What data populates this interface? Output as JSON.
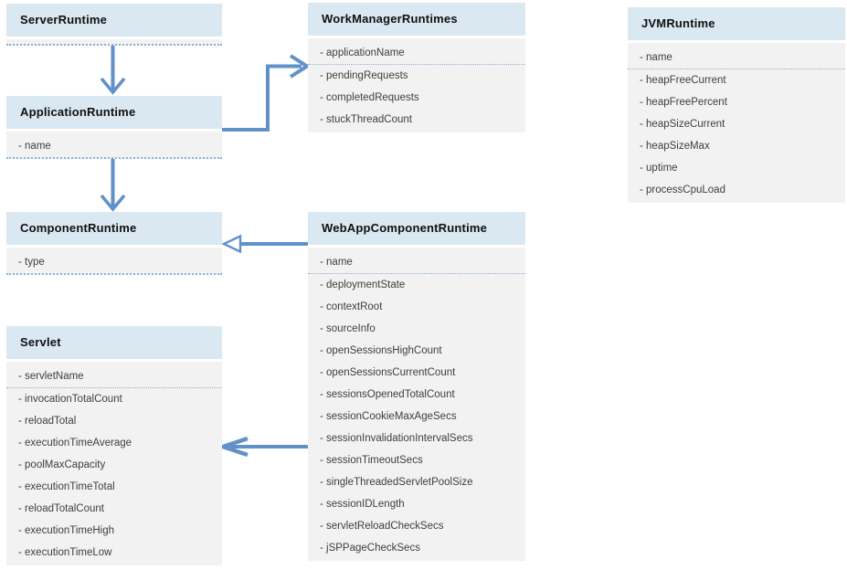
{
  "diagram": {
    "classes": [
      {
        "name": "ServerRuntime",
        "attributes": []
      },
      {
        "name": "ApplicationRuntime",
        "attributes": [
          "- name"
        ]
      },
      {
        "name": "ComponentRuntime",
        "attributes": [
          "- type"
        ]
      },
      {
        "name": "Servlet",
        "attributes": [
          "- servletName",
          "- invocationTotalCount",
          "- reloadTotal",
          "- executionTimeAverage",
          "- poolMaxCapacity",
          "- executionTimeTotal",
          "- reloadTotalCount",
          "- executionTimeHigh",
          "- executionTimeLow"
        ]
      },
      {
        "name": "WorkManagerRuntimes",
        "attributes": [
          "- applicationName",
          "- pendingRequests",
          "- completedRequests",
          "- stuckThreadCount"
        ]
      },
      {
        "name": "WebAppComponentRuntime",
        "attributes": [
          "- name",
          "- deploymentState",
          "- contextRoot",
          "- sourceInfo",
          "- openSessionsHighCount",
          "- openSessionsCurrentCount",
          "- sessionsOpenedTotalCount",
          "- sessionCookieMaxAgeSecs",
          "- sessionInvalidationIntervalSecs",
          "- sessionTimeoutSecs",
          "- singleThreadedServletPoolSize",
          "- sessionIDLength",
          "- servletReloadCheckSecs",
          "- jSPPageCheckSecs"
        ]
      },
      {
        "name": "JVMRuntime",
        "attributes": [
          "- name",
          "- heapFreeCurrent",
          "- heapFreePercent",
          "- heapSizeCurrent",
          "- heapSizeMax",
          "- uptime",
          "- processCpuLoad"
        ]
      }
    ],
    "relationships": [
      {
        "from": "ServerRuntime",
        "to": "ApplicationRuntime",
        "style": "open-arrow-down"
      },
      {
        "from": "ApplicationRuntime",
        "to": "WorkManagerRuntimes",
        "style": "open-arrow-elbow-right"
      },
      {
        "from": "ApplicationRuntime",
        "to": "ComponentRuntime",
        "style": "open-arrow-down"
      },
      {
        "from": "WebAppComponentRuntime",
        "to": "ComponentRuntime",
        "style": "hollow-triangle-left"
      },
      {
        "from": "WebAppComponentRuntime",
        "to": "Servlet",
        "style": "open-arrow-left"
      }
    ],
    "colors": {
      "header_bg": "#d9e8f1",
      "body_bg": "#f2f2f2",
      "arrow": "#6191c8",
      "dotted_line": "#8ab0d6",
      "header_text": "#101010",
      "attribute_text": "#3e3e3e"
    }
  }
}
